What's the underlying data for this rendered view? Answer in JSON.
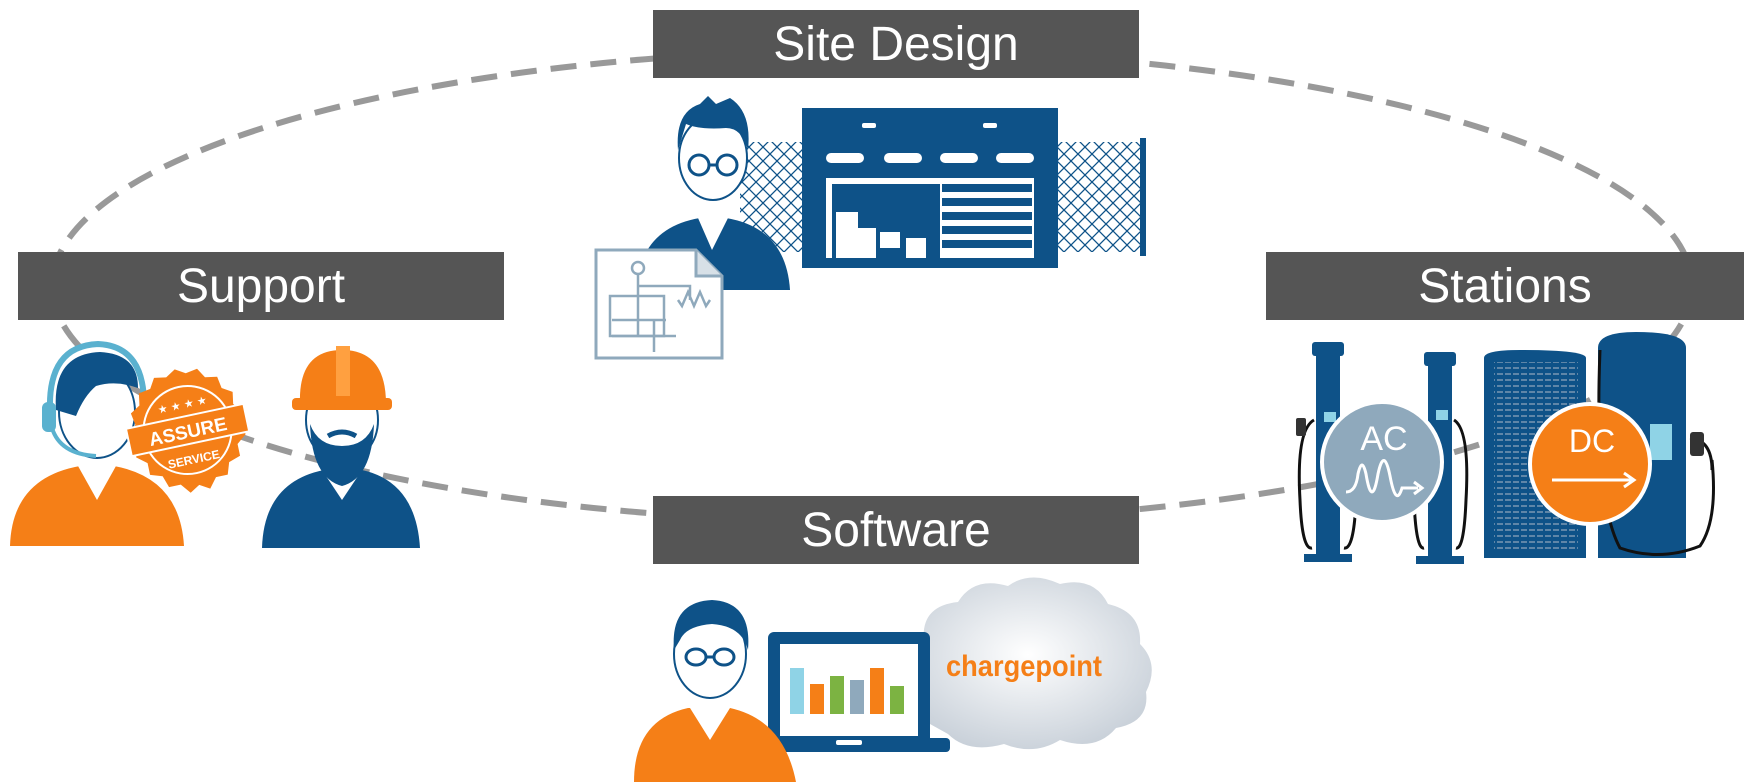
{
  "sections": {
    "site_design": {
      "label": "Site Design"
    },
    "support": {
      "label": "Support"
    },
    "stations": {
      "label": "Stations",
      "ac_label": "AC",
      "dc_label": "DC"
    },
    "software": {
      "label": "Software"
    }
  },
  "badge": {
    "top_text": "ASSURE",
    "bottom_text": "SERVICE"
  },
  "brand": {
    "logo_text": "chargepoint"
  },
  "colors": {
    "label_bg": "#555555",
    "navy": "#0e5288",
    "orange": "#f57f17",
    "gray_ring": "#999999",
    "light_blue": "#8fa9bc"
  },
  "icons": {
    "site_design": [
      "engineer-icon",
      "building-icon",
      "fence-icon",
      "blueprint-icon"
    ],
    "support": [
      "headset-agent-icon",
      "assure-service-badge-icon",
      "hardhat-technician-icon"
    ],
    "stations": [
      "ac-charger-icon",
      "dc-fast-charger-icon"
    ],
    "software": [
      "analyst-icon",
      "laptop-chart-icon",
      "cloud-icon"
    ]
  }
}
